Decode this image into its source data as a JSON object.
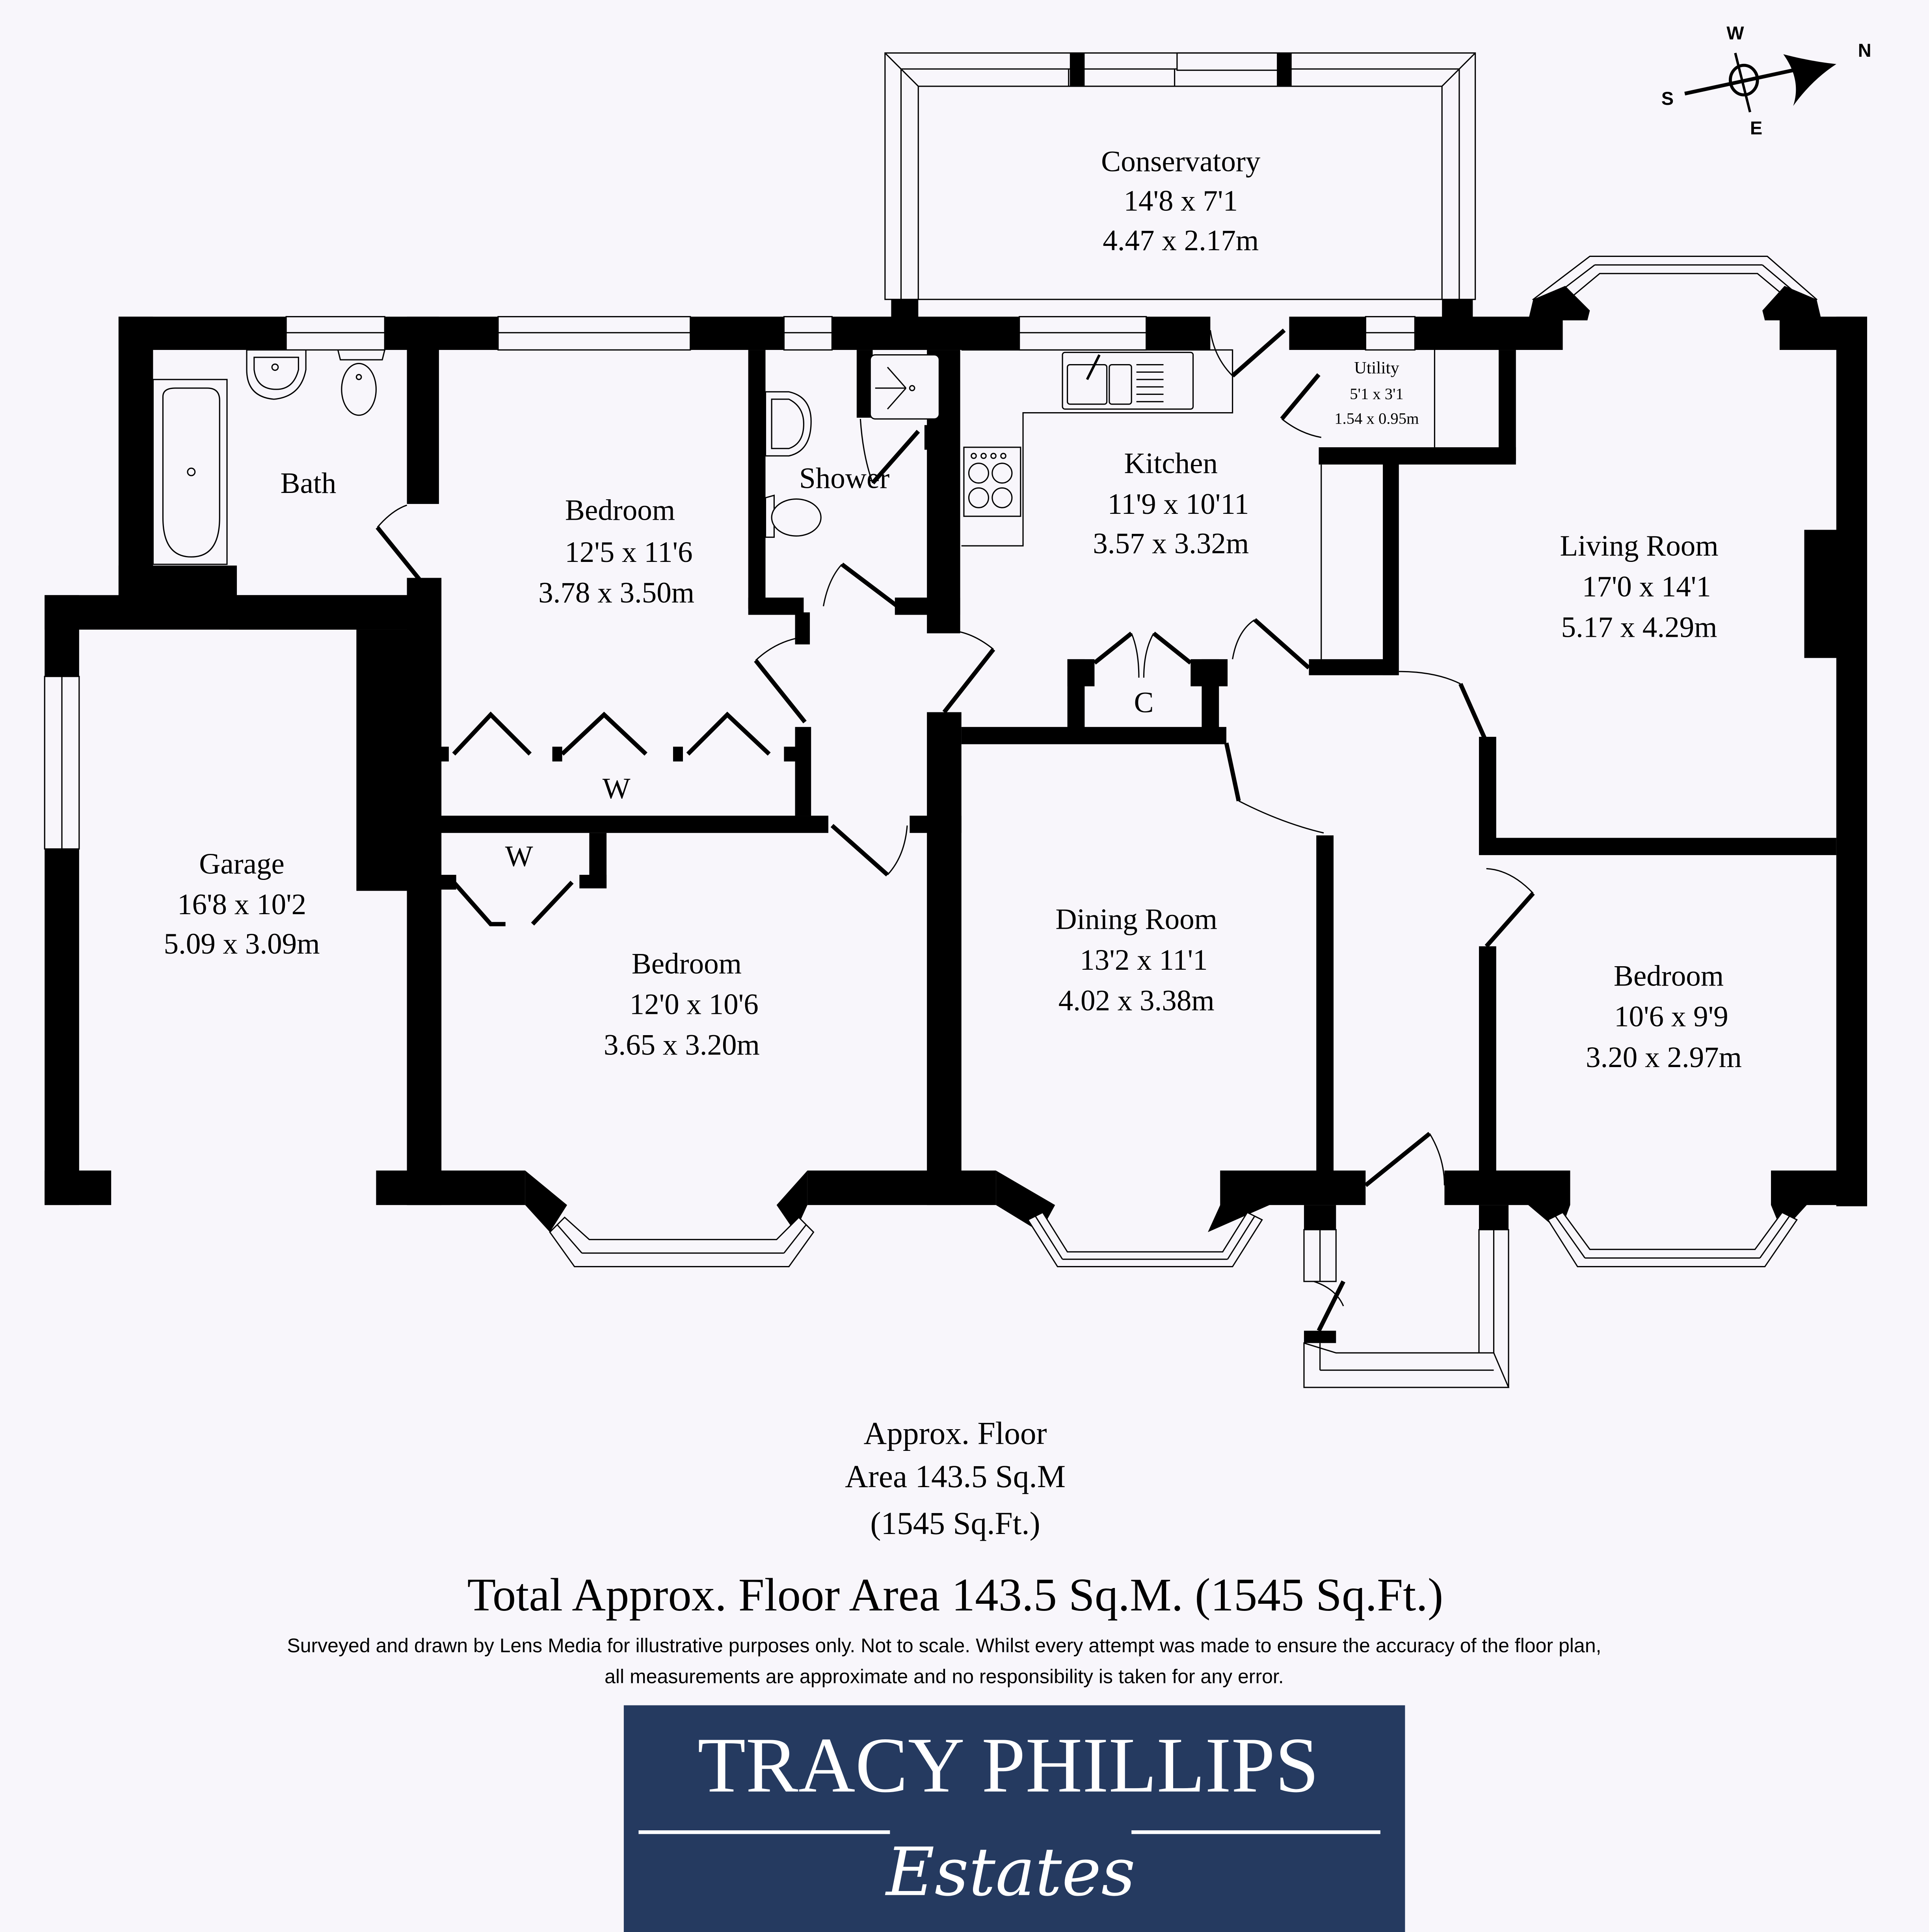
{
  "compass": {
    "n": "N",
    "s": "S",
    "e": "E",
    "w": "W"
  },
  "rooms": {
    "conservatory": {
      "name": "Conservatory",
      "imperial": "14'8 x 7'1",
      "metric": "4.47 x 2.17m"
    },
    "utility": {
      "name": "Utility",
      "imperial": "5'1 x 3'1",
      "metric": "1.54 x 0.95m"
    },
    "bath": {
      "name": "Bath"
    },
    "shower": {
      "name": "Shower"
    },
    "bedroom1": {
      "name": "Bedroom",
      "imperial": "12'5 x 11'6",
      "metric": "3.78 x 3.50m"
    },
    "kitchen": {
      "name": "Kitchen",
      "imperial": "11'9 x 10'11",
      "metric": "3.57 x 3.32m"
    },
    "living": {
      "name": "Living Room",
      "imperial": "17'0 x 14'1",
      "metric": "5.17 x 4.29m"
    },
    "cupboard": {
      "name": "C"
    },
    "wardrobe1": {
      "name": "W"
    },
    "wardrobe2": {
      "name": "W"
    },
    "garage": {
      "name": "Garage",
      "imperial": "16'8 x 10'2",
      "metric": "5.09 x 3.09m"
    },
    "bedroom2": {
      "name": "Bedroom",
      "imperial": "12'0 x 10'6",
      "metric": "3.65 x 3.20m"
    },
    "dining": {
      "name": "Dining Room",
      "imperial": "13'2 x 11'1",
      "metric": "4.02 x 3.38m"
    },
    "bedroom3": {
      "name": "Bedroom",
      "imperial": "10'6 x 9'9",
      "metric": "3.20 x 2.97m"
    }
  },
  "floor_area": {
    "line1": "Approx. Floor",
    "line2": "Area 143.5 Sq.M",
    "line3": "(1545 Sq.Ft.)"
  },
  "total": "Total Approx. Floor Area 143.5 Sq.M. (1545 Sq.Ft.)",
  "disclaimer": {
    "line1": "Surveyed and drawn by Lens Media for illustrative purposes only. Not to scale. Whilst every attempt was made to ensure the accuracy of the floor plan,",
    "line2": "all measurements are approximate and no responsibility is taken for any error."
  },
  "logo": {
    "title": "TRACY PHILLIPS",
    "subtitle": "Estates",
    "background": "#253a60",
    "foreground": "#ffffff"
  },
  "colors": {
    "background": "#f8f6fb",
    "wall": "#000000"
  }
}
